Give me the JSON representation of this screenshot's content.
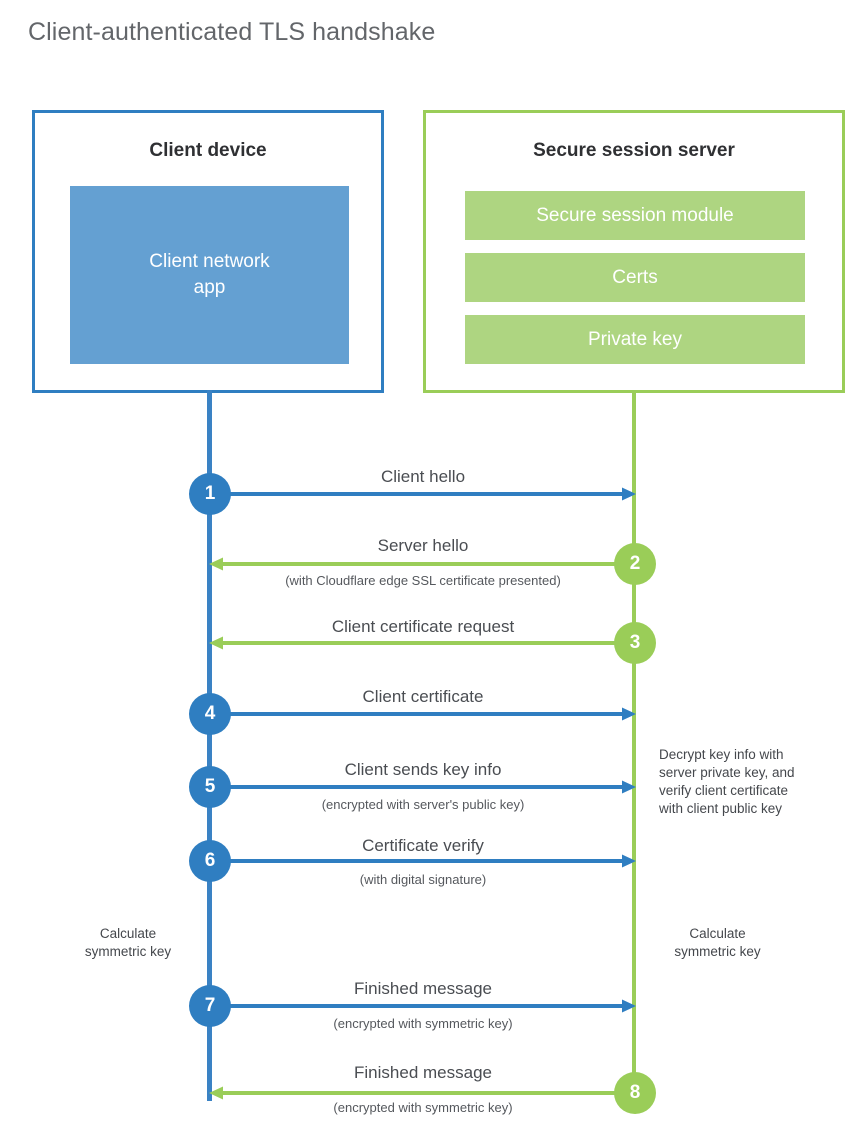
{
  "title": "Client-authenticated TLS handshake",
  "colors": {
    "client_blue": "#2f7ec1",
    "client_app_fill": "#64a0d2",
    "server_green": "#9acd58",
    "server_bar_fill": "#aed581",
    "title_text": "#63666a",
    "body_text": "#4a4d52"
  },
  "client": {
    "box_title": "Client device",
    "app_label": "Client network\napp"
  },
  "server": {
    "box_title": "Secure session server",
    "bars": [
      {
        "label": "Secure session module"
      },
      {
        "label": "Certs"
      },
      {
        "label": "Private key"
      }
    ]
  },
  "steps": [
    {
      "number": "1",
      "direction": "client-to-server",
      "color": "blue",
      "main_label": "Client hello",
      "sub_label": ""
    },
    {
      "number": "2",
      "direction": "server-to-client",
      "color": "green",
      "main_label": "Server hello",
      "sub_label": "(with Cloudflare edge SSL certificate presented)"
    },
    {
      "number": "3",
      "direction": "server-to-client",
      "color": "green",
      "main_label": "Client certificate request",
      "sub_label": ""
    },
    {
      "number": "4",
      "direction": "client-to-server",
      "color": "blue",
      "main_label": "Client certificate",
      "sub_label": ""
    },
    {
      "number": "5",
      "direction": "client-to-server",
      "color": "blue",
      "main_label": "Client sends key info",
      "sub_label": "(encrypted with server's public key)"
    },
    {
      "number": "6",
      "direction": "client-to-server",
      "color": "blue",
      "main_label": "Certificate verify",
      "sub_label": "(with digital signature)"
    },
    {
      "number": "7",
      "direction": "client-to-server",
      "color": "blue",
      "main_label": "Finished message",
      "sub_label": "(encrypted with symmetric key)"
    },
    {
      "number": "8",
      "direction": "server-to-client",
      "color": "green",
      "main_label": "Finished message",
      "sub_label": "(encrypted with symmetric key)"
    }
  ],
  "annotations": {
    "server_decrypt_note": "Decrypt key info with\nserver private key, and\nverify client certificate\nwith client public key",
    "client_calc_note": "Calculate\nsymmetric key",
    "server_calc_note": "Calculate\nsymmetric key"
  }
}
